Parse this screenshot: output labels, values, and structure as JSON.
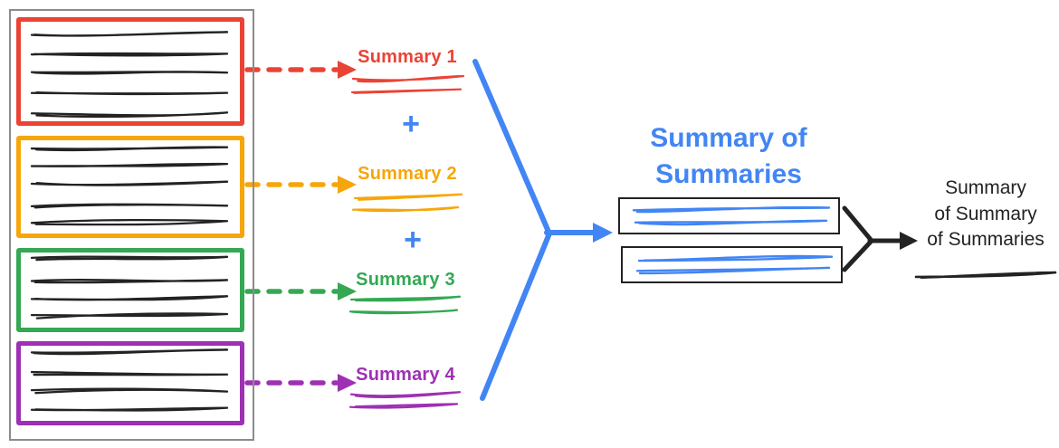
{
  "diagram": {
    "colors": {
      "red": "#EA4335",
      "orange": "#F6A60A",
      "green": "#34A853",
      "purple": "#9E30B3",
      "blue": "#4285F4",
      "ink": "#232323",
      "gray": "#8C8C8C"
    },
    "plus": "+",
    "source_documents": [
      {
        "name": "document-1",
        "color": "red",
        "line_count": 5
      },
      {
        "name": "document-2",
        "color": "orange",
        "line_count": 5
      },
      {
        "name": "document-3",
        "color": "green",
        "line_count": 4
      },
      {
        "name": "document-4",
        "color": "purple",
        "line_count": 4
      }
    ],
    "summaries": [
      {
        "label": "Summary 1",
        "color": "red"
      },
      {
        "label": "Summary 2",
        "color": "orange"
      },
      {
        "label": "Summary 3",
        "color": "green"
      },
      {
        "label": "Summary 4",
        "color": "purple"
      }
    ],
    "summary_of_summaries": {
      "title_line1": "Summary of",
      "title_line2": "Summaries",
      "box_count": 2
    },
    "final_summary": {
      "line1": "Summary",
      "line2": "of Summary",
      "line3": "of Summaries"
    }
  }
}
